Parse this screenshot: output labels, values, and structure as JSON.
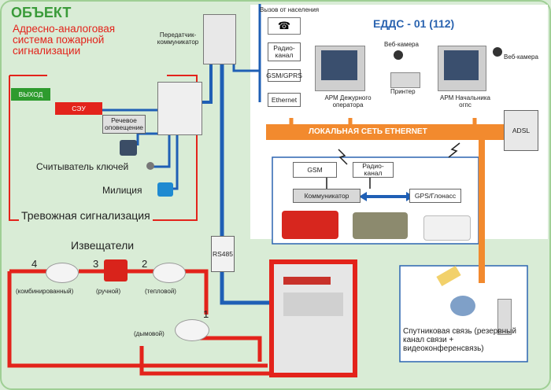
{
  "object_title": "ОБЪЕКТ",
  "system_title": "Адресно-аналоговая система пожарной сигнализации",
  "transmitter": "Передатчик-коммуникатор",
  "exit_label": "ВЫХОД",
  "seu_label": "СЭУ",
  "voice_label": "Речевое оповещение",
  "key_reader": "Считыватель ключей",
  "police": "Милиция",
  "alarm_title": "Тревожная сигнализация",
  "detectors_title": "Извещатели",
  "detectors": [
    {
      "num": "4",
      "label": "(комбинированный)"
    },
    {
      "num": "3",
      "label": "(ручной)"
    },
    {
      "num": "2",
      "label": "(тепловой)"
    },
    {
      "num": "1",
      "label": "(дымовой)"
    }
  ],
  "rs485": "RS485",
  "citizen_call": "Вызов от населения",
  "radio_channel": "Радио-канал",
  "gsm_gprs": "GSM/GPRS",
  "ethernet": "Ethernet",
  "edds_title": "ЕДДС - 01 (112)",
  "webcam": "Веб-камера",
  "printer": "Принтер",
  "operator_ws": "АРМ Дежурного оператора",
  "chief_ws": "АРМ Начальника огпс",
  "lan_label": "ЛОКАЛЬНАЯ СЕТЬ ETHERNET",
  "adsl": "ADSL",
  "gsm": "GSM",
  "communicator": "Коммуникатор",
  "gps": "GPS/Глонасс",
  "satellite_text": "Спутниковая связь (резервный канал связи + видеоконференсвязь)",
  "colors": {
    "frame_green": "#bfe0b6",
    "accent_red": "#e3231b",
    "link_blue": "#1f5fb5",
    "lan_orange": "#f28a2e",
    "title_green": "#3a9b3a"
  }
}
